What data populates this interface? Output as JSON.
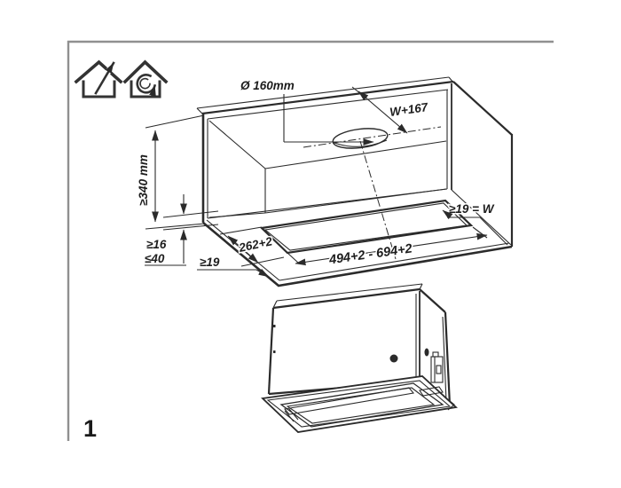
{
  "figure_number": "1",
  "colors": {
    "line": "#2b2b2b",
    "page_frame": "#909090",
    "label_text": "#1d1d1d"
  },
  "mode_icons": {
    "left": "house-exhaust-arrow-icon",
    "right": "house-recirculation-icon"
  },
  "cabinet": {
    "labels": {
      "hole_diameter": "Ø 160mm",
      "top_depth": "W+167",
      "min_height": "≥340 mm",
      "shelf_gap_min": "≥16",
      "shelf_gap_max": "≤40",
      "side_clearance_left": "≥19",
      "cutout_depth": "262+2",
      "cutout_width_range": "494+2 - 694+2",
      "side_clearance_right": "≥19 = W"
    }
  }
}
